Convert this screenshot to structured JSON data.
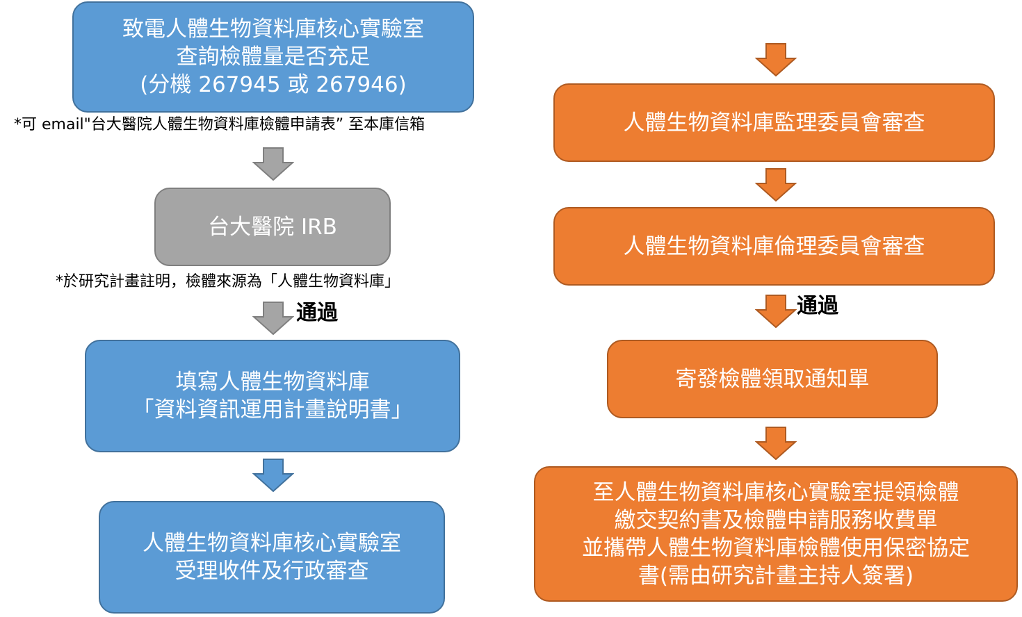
{
  "left": {
    "box_call": {
      "lines": [
        "致電人體生物資料庫核心實驗室",
        "查詢檢體量是否充足",
        "(分機 267945 或 267946)"
      ]
    },
    "note_email": "*可 email\"台大醫院人體生物資料庫檢體申請表” 至本庫信箱",
    "box_irb": {
      "lines": [
        "台大醫院 IRB"
      ]
    },
    "note_irb": "*於研究計畫註明，檢體來源為「人體生物資料庫」",
    "pass_label": "通過",
    "box_form": {
      "lines": [
        "填寫人體生物資料庫",
        "「資料資訊運用計畫說明書」"
      ]
    },
    "box_accept": {
      "lines": [
        "人體生物資料庫核心實驗室",
        "受理收件及行政審查"
      ]
    }
  },
  "right": {
    "box_supervision": {
      "lines": [
        "人體生物資料庫監理委員會審查"
      ]
    },
    "box_ethics": {
      "lines": [
        "人體生物資料庫倫理委員會審查"
      ]
    },
    "pass_label": "通過",
    "box_notice": {
      "lines": [
        "寄發檢體領取通知單"
      ]
    },
    "box_pickup": {
      "lines": [
        "至人體生物資料庫核心實驗室提領檢體",
        "繳交契約書及檢體申請服務收費單",
        "並攜帶人體生物資料庫檢體使用保密協定",
        "書(需由研究計畫主持人簽署)"
      ]
    }
  },
  "colors": {
    "blue": "#5b9bd5",
    "gray": "#a5a5a5",
    "orange": "#ed7d31"
  },
  "icons": {
    "gray_arrow": "down-arrow-icon",
    "blue_arrow": "down-arrow-icon",
    "orange_arrow": "down-arrow-icon"
  }
}
